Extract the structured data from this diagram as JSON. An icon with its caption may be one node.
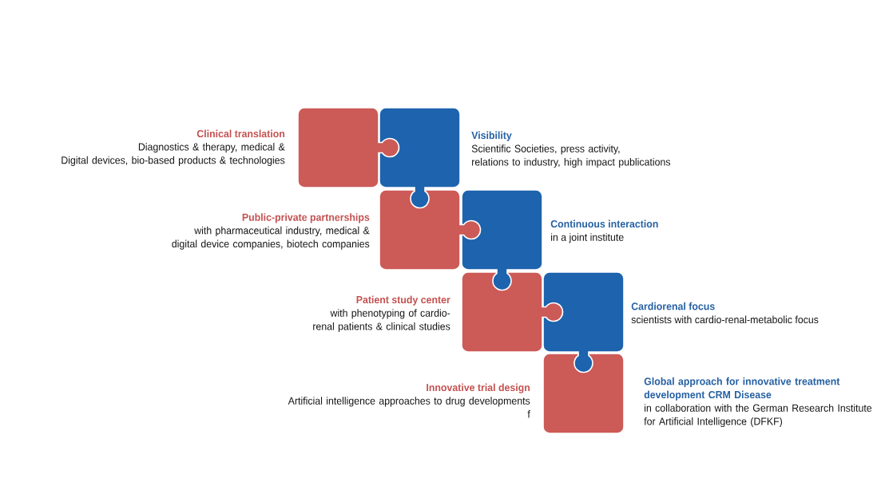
{
  "diagram": {
    "nodes": [
      {
        "text": [],
        "shape": "puzzle",
        "beside": [
          "Clinical translation",
          "Diagnostics & therapy, medical & Digital devices, bio-based products & technologies"
        ]
      },
      {
        "text": [],
        "shape": "puzzle",
        "beside": [
          "Visibility",
          "Scientific Societies, press activity, relations to industry, high impact publications"
        ]
      },
      {
        "text": [],
        "shape": "puzzle",
        "beside": [
          "Public-private partnerships",
          "with pharmaceutical industry, medical & digital device companies, biotech companies"
        ]
      },
      {
        "text": [],
        "shape": "puzzle",
        "beside": [
          "Continuous interaction",
          "in a joint institute"
        ]
      },
      {
        "text": [],
        "shape": "puzzle",
        "beside": [
          "Patient study center",
          "with phenotyping of cardio- renal patients & clinical studies"
        ]
      },
      {
        "text": [],
        "shape": "puzzle",
        "beside": [
          "Cardiorenal focus",
          "scientists with cardio-renal-metabolic focus"
        ]
      },
      {
        "text": [],
        "shape": "puzzle",
        "beside": [
          "Innovative trial design",
          "Artificial intelligence approaches to drug developments f",
          "Global approach for innovative treatment development CRM Disease",
          "in collaboration with the German Research Institute for Artificial Intelligence (DFKF)"
        ]
      }
    ]
  }
}
